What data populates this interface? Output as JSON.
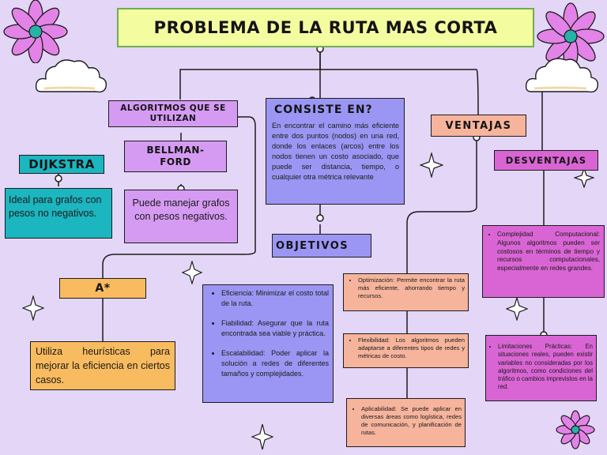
{
  "title": "PROBLEMA DE LA RUTA MAS CORTA",
  "algoritmos": {
    "header": "ALGORITMOS QUE SE UTILIZAN",
    "dijkstra": {
      "name": "DIJKSTRA",
      "text": "Ideal para grafos con pesos no negativos."
    },
    "bellman": {
      "name": "BELLMAN-FORD",
      "text": "Puede manejar grafos con pesos negativos."
    },
    "astar": {
      "name": "A*",
      "text": "Utiliza heurísticas para mejorar la eficiencia en ciertos casos."
    }
  },
  "consiste": {
    "header": "CONSISTE EN?",
    "text": "En encontrar el camino más eficiente entre dos puntos (nodos) en una red, donde los enlaces (arcos) entre los nodos tienen un costo asociado, que puede ser distancia, tiempo, o cualquier otra métrica relevante"
  },
  "objetivos": {
    "header": "OBJETIVOS",
    "items": [
      "Eficiencia: Minimizar el costo total de la ruta.",
      "Fiabilidad: Asegurar que la ruta encontrada sea viable y práctica.",
      "Escalabilidad: Poder aplicar la solución a redes de diferentes tamaños y complejidades."
    ]
  },
  "ventajas": {
    "header": "VENTAJAS",
    "items": [
      "Optimización: Permite encontrar la ruta más eficiente, ahorrando tiempo y recursos.",
      "Flexibilidad: Los algoritmos pueden adaptarse a diferentes tipos de redes y métricas de costo.",
      "Aplicabilidad: Se puede aplicar en diversas áreas como logística, redes de comunicación, y planificación de rutas."
    ]
  },
  "desventajas": {
    "header": "DESVENTAJAS",
    "items": [
      "Complejidad Computacional: Algunos algoritmos pueden ser costosos en términos de tiempo y recursos computacionales, especialmente en redes grandes.",
      "Limitaciones Prácticas: En situaciones reales, pueden existir variables no consideradas por los algoritmos, como condiciones del tráfico o cambios imprevistos en la red."
    ]
  },
  "colors": {
    "background": "#e3d6f7",
    "title_box": "#f4fca0",
    "title_border": "#6fae4f",
    "purple_header": "#d59bf3",
    "teal": "#1bb6c0",
    "periwinkle": "#9b96f3",
    "salmon": "#f6b49c",
    "magenta": "#d965d4",
    "orange": "#f8bb5f",
    "flower": "#e383e8",
    "flower_center": "#26b3a7"
  },
  "icons": [
    "flower-icon",
    "cloud-icon",
    "sparkle-star-icon"
  ]
}
